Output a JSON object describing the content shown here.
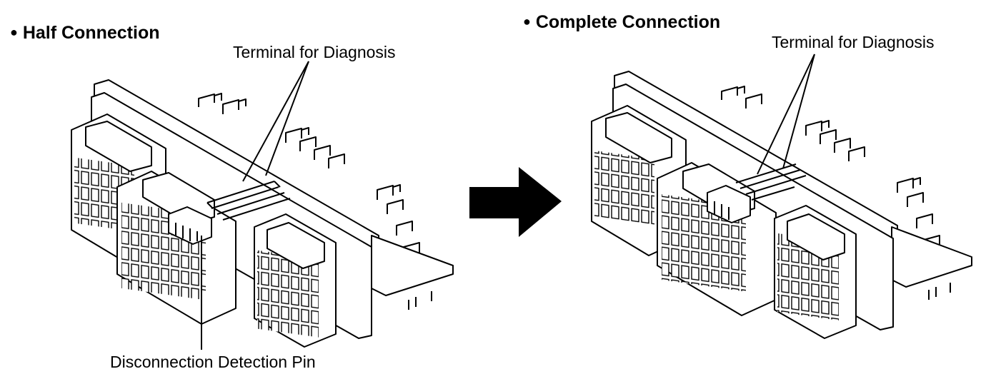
{
  "left_panel": {
    "bullet": "●",
    "heading": "Half Connection",
    "callout_terminal": "Terminal for Diagnosis",
    "callout_pin": "Disconnection Detection Pin"
  },
  "right_panel": {
    "bullet": "●",
    "heading": "Complete Connection",
    "callout_terminal": "Terminal for Diagnosis"
  },
  "arrow": {
    "direction": "right",
    "color": "#000000"
  },
  "colors": {
    "line": "#000000",
    "background": "#ffffff"
  }
}
